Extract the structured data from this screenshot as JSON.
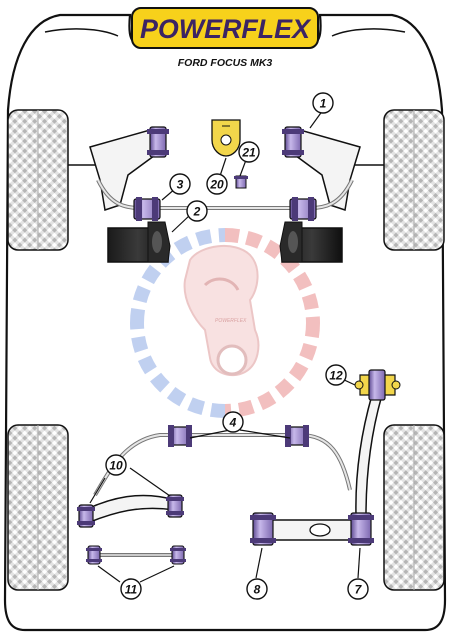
{
  "brand": {
    "name": "POWERFLEX",
    "model": "FORD FOCUS MK3"
  },
  "watermark": {
    "text": "POWERFLEX"
  },
  "callouts": [
    "1",
    "2",
    "3",
    "4",
    "7",
    "8",
    "10",
    "11",
    "12",
    "20",
    "21"
  ],
  "colors": {
    "logo_bg": "#f7d11b",
    "logo_text": "#3b2464",
    "bush_purple": "#9a86c8",
    "bush_purple_dark": "#4c3a78",
    "bush_yellow": "#f2d64b",
    "outline": "#111111",
    "arm_fill": "#f4f4f4",
    "tyre_fill": "#d9d9d9",
    "watermark_red": "#e26a6a",
    "watermark_blue": "#6b8fd8"
  },
  "icons": [
    "tyre-tread-icon",
    "bush-icon",
    "mount-block-icon",
    "piston-watermark-icon"
  ]
}
